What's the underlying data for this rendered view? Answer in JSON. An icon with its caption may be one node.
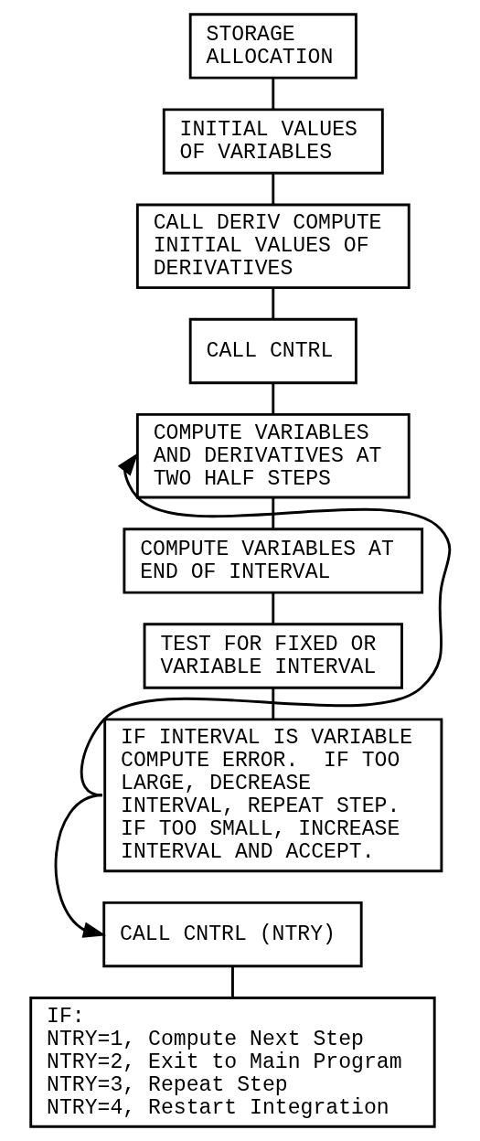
{
  "diagram": {
    "nodes": [
      {
        "text": [
          "STORAGE ALLOCATION"
        ]
      },
      {
        "text": [
          "INITIAL VALUES OF VARIABLES"
        ]
      },
      {
        "text": [
          "CALL DERIV COMPUTE INITIAL VALUES OF DERIVATIVES"
        ]
      },
      {
        "text": [
          "CALL CNTRL"
        ]
      },
      {
        "text": [
          "COMPUTE VARIABLES AND DERIVATIVES AT TWO HALF STEPS"
        ]
      },
      {
        "text": [
          "COMPUTE VARIABLES AT END OF INTERVAL"
        ]
      },
      {
        "text": [
          "TEST FOR FIXED OR VARIABLE INTERVAL"
        ]
      },
      {
        "text": [
          "IF INTERVAL IS VARIABLE COMPUTE ERROR.  IF TOO LARGE, DECREASE INTERVAL, REPEAT STEP. IF TOO SMALL, INCREASE INTERVAL AND ACCEPT."
        ]
      },
      {
        "text": [
          "CALL CNTRL (NTRY)"
        ]
      },
      {
        "text": [
          "IF:",
          "NTRY=1, Compute Next Step",
          "NTRY=2, Exit to Main Program",
          "NTRY=3, Repeat Step",
          "NTRY=4, Restart Integration"
        ]
      }
    ],
    "edges": [
      {
        "from": 0,
        "to": 1,
        "arrow": "none"
      },
      {
        "from": 1,
        "to": 2,
        "arrow": "none"
      },
      {
        "from": 2,
        "to": 3,
        "arrow": "none"
      },
      {
        "from": 3,
        "to": 4,
        "arrow": "none"
      },
      {
        "from": 4,
        "to": 5,
        "arrow": "none"
      },
      {
        "from": 5,
        "to": 6,
        "arrow": "none"
      },
      {
        "from": 6,
        "to": 7,
        "arrow": "none"
      },
      {
        "from": 7,
        "to": 4,
        "arrow": "to"
      },
      {
        "from": 7,
        "to": 8,
        "arrow": "to"
      },
      {
        "from": 8,
        "to": 9,
        "arrow": "none"
      }
    ]
  }
}
